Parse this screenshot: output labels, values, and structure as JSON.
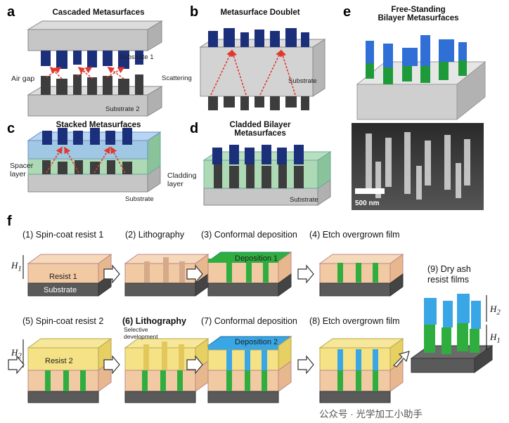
{
  "panels": {
    "a": {
      "letter": "a",
      "title": "Cascaded Metasurfaces",
      "substrate1": "Substrate 1",
      "substrate2": "Substrate 2",
      "air_gap": "Air gap",
      "scattering": "Scattering"
    },
    "b": {
      "letter": "b",
      "title": "Metasurface Doublet",
      "substrate": "Substrate"
    },
    "c": {
      "letter": "c",
      "title": "Stacked Metasurfaces",
      "spacer_layer": "Spacer\nlayer",
      "substrate": "Substrate"
    },
    "d": {
      "letter": "d",
      "title_line1": "Cladded Bilayer",
      "title_line2": "Metasurfaces",
      "cladding_layer": "Cladding\nlayer",
      "substrate": "Substrate"
    },
    "e": {
      "letter": "e",
      "title_line1": "Free-Standing",
      "title_line2": "Bilayer Metasurfaces",
      "scale_bar": "500 nm"
    },
    "f": {
      "letter": "f",
      "steps": [
        "(1) Spin-coat resist 1",
        "(2) Lithography",
        "(3) Conformal deposition",
        "(4) Etch overgrown film",
        "(5) Spin-coat resist 2",
        "(6) Lithography",
        "(7) Conformal deposition",
        "(8) Etch overgrown film",
        "(9) Dry ash\nresist films"
      ],
      "resist1": "Resist 1",
      "resist2": "Resist 2",
      "substrate": "Substrate",
      "deposition1": "Deposition 1",
      "deposition2": "Deposition 2",
      "selective": "Selective\ndevelopment",
      "h1": "H",
      "h1_sub": "1",
      "h2": "H",
      "h2_sub": "2"
    }
  },
  "watermark": "公众号 · 光学加工小助手",
  "colors": {
    "navy": "#1c2f7a",
    "blue": "#2f6fd6",
    "green": "#1f9a3a",
    "resist": "#f1c9a2",
    "resist2": "#f5df7a",
    "dep1": "#2fae3f",
    "dep2": "#39a6e6",
    "dark": "#3a3a3a",
    "glass": "#c9c9c9",
    "red": "#e03a2f"
  }
}
